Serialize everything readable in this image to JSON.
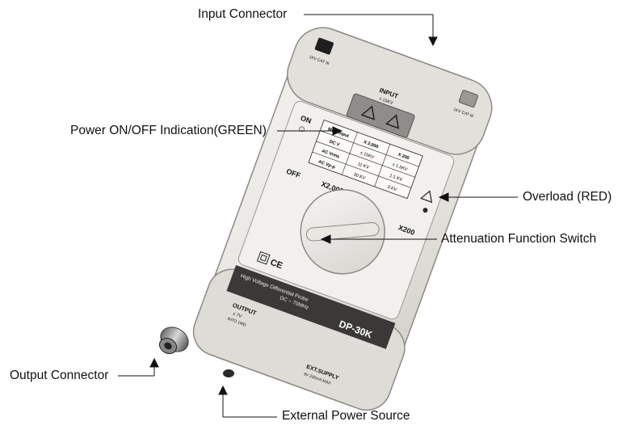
{
  "callouts": {
    "input_connector": "Input Connector",
    "power_indication": "Power ON/OFF Indication(GREEN)",
    "overload": "Overload (RED)",
    "attenuation_switch": "Attenuation Function Switch",
    "output_connector": "Output Connector",
    "external_power": "External Power Source"
  },
  "device": {
    "model": "DP-30K",
    "description_line1": "High Voltage Differential Probe",
    "description_line2": "DC ~ 70MHz",
    "input_title": "INPUT",
    "input_rating": "± 15KV",
    "input_cat_left": "1KV CAT III",
    "input_cat_right": "1KV CAT III",
    "switch_on": "ON",
    "switch_off": "OFF",
    "range_x2000": "X2,000",
    "range_x200": "X200",
    "output_title": "OUTPUT",
    "output_sub": "± 7V",
    "output_sub2": "INTO 1MΩ",
    "ext_supply_title": "EXT.SUPPLY",
    "ext_supply_sub": "9V 200mA MAX",
    "ce_mark": "CE",
    "spec_table": {
      "header": [
        "Max. Input",
        "X 2,000",
        "X 200"
      ],
      "rows": [
        [
          "DC V",
          "± 15KV",
          "± 1.5KV"
        ],
        [
          "AC Vrms",
          "11 KV",
          "1.1 KV"
        ],
        [
          "AC Vp-p",
          "30 KV",
          "3 KV"
        ]
      ]
    }
  },
  "colors": {
    "body": "#e8e6e1",
    "label_panel": "#f1f0ec",
    "text": "#111111",
    "connector": "#2a2a2a"
  }
}
